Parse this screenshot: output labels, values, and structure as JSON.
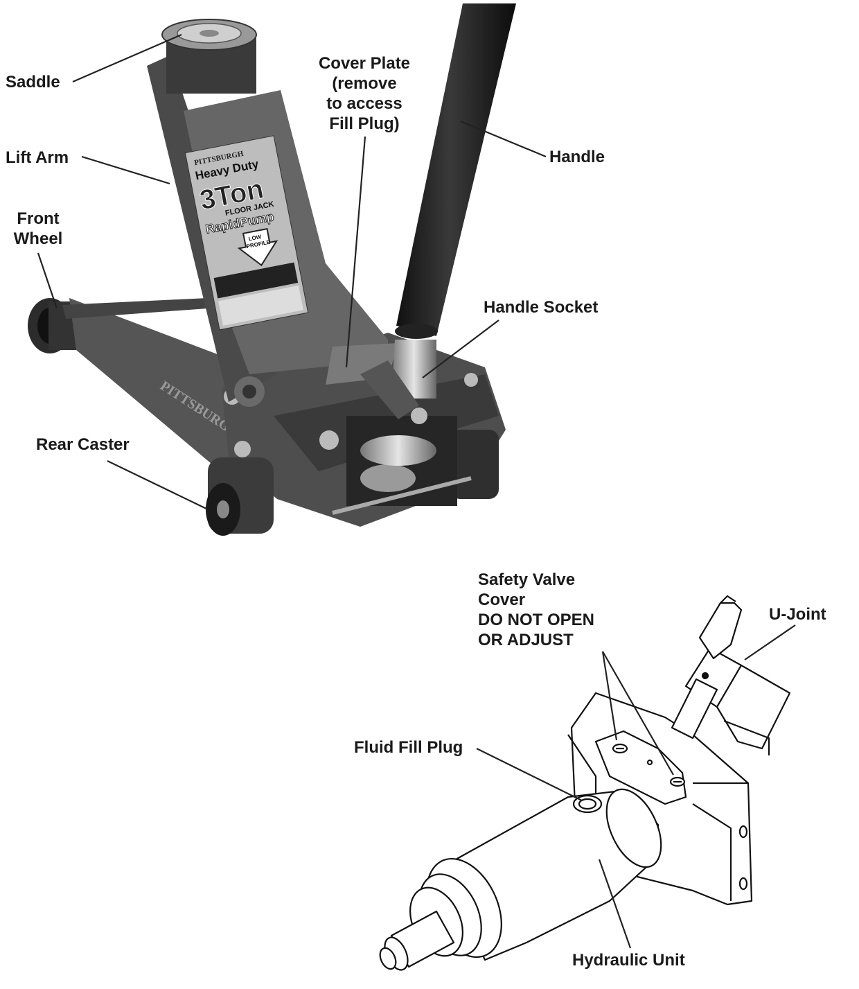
{
  "labels": {
    "saddle": "Saddle",
    "lift_arm": "Lift Arm",
    "front_wheel": [
      "Front",
      "Wheel"
    ],
    "rear_caster": "Rear Caster",
    "cover_plate": [
      "Cover Plate",
      "(remove",
      "to access",
      "Fill Plug)"
    ],
    "handle": "Handle",
    "handle_socket": "Handle Socket",
    "safety_valve": [
      "Safety Valve",
      "Cover",
      "DO NOT OPEN",
      "OR ADJUST"
    ],
    "u_joint": "U-Joint",
    "fluid_fill_plug": "Fluid Fill Plug",
    "hydraulic_unit": "Hydraulic Unit"
  },
  "product_decal": {
    "brand": "PITTSBURGH",
    "line1": "Heavy Duty",
    "capacity": "3Ton",
    "type": "FLOOR JACK",
    "feature": "RapidPump",
    "badge": [
      "LOW",
      "PROFILE"
    ]
  },
  "frame_brand": "PITTSBURGH"
}
